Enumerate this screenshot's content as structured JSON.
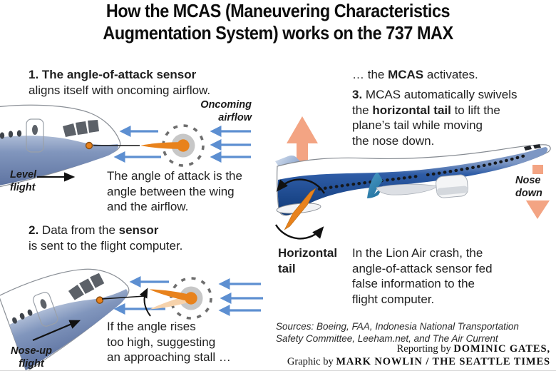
{
  "title": {
    "line1": "How the MCAS (Maneuvering Characteristics",
    "line2": "Augmentation System) works on the 737 MAX"
  },
  "step1": {
    "heading_bold": "1. The angle-of-attack sensor",
    "heading_rest": "aligns itself with oncoming airflow.",
    "oncoming_airflow_label": "Oncoming\nairflow",
    "level_flight_label": "Level\nflight",
    "caption": "The angle of attack is the\nangle between the wing\nand the airflow."
  },
  "step2": {
    "num_bold": "2.",
    "pre": " Data from the ",
    "sensor_bold": "sensor",
    "line2": "is sent to the flight computer.",
    "caption": "If the angle rises\ntoo high, suggesting\nan approaching stall …",
    "nose_up_label": "Nose-up\nflight"
  },
  "mcas_line": {
    "pre": "… the ",
    "bold": "MCAS",
    "post": " activates."
  },
  "step3": {
    "l1_bold": "3.",
    "l1_rest": " MCAS automatically swivels",
    "l2a": "the ",
    "l2b": "horizontal tail",
    "l2c": " to lift the",
    "l3": "plane’s tail while moving",
    "l4": "the nose down.",
    "horizontal_tail_label": "Horizontal\ntail",
    "nose_down_label": "Nose\ndown",
    "lion_air_caption": "In the Lion Air crash, the\nangle-of-attack sensor fed\nfalse information to the\nflight computer."
  },
  "sources": "Sources: Boeing, FAA, Indonesia National Transportation\nSafety Committee, Leeham.net, and The Air Current",
  "credits": {
    "reporting_pre": "Reporting by ",
    "reporting_name": "DOMINIC GATES,",
    "graphic_pre": "Graphic by ",
    "graphic_name": "MARK NOWLIN / THE SEATTLE TIMES"
  },
  "colors": {
    "sensor_orange": "#e8821c",
    "airflow_blue": "#5d8fd1",
    "lift_arrow_salmon": "#f3a483",
    "fuselage_slate_blue": "#7488b2",
    "deep_belly_blue": "#0e3876",
    "dial_gray": "#c7c7c7",
    "text_black": "#1c1c1c"
  },
  "graphics": {
    "icons": [
      "airflow-left-arrow-icon",
      "level-flight-arrow-icon",
      "nose-up-flight-arrow-icon",
      "rotation-curved-arrow-icon",
      "lift-up-arrow-icon",
      "nose-down-arrow-icon",
      "tail-rotation-circle-icon"
    ],
    "illustrations": [
      "level-flight-plane-nose",
      "nose-up-plane-nose",
      "aoa-sensor-dial-level",
      "aoa-sensor-dial-raised",
      "737-max-full-plane"
    ]
  }
}
